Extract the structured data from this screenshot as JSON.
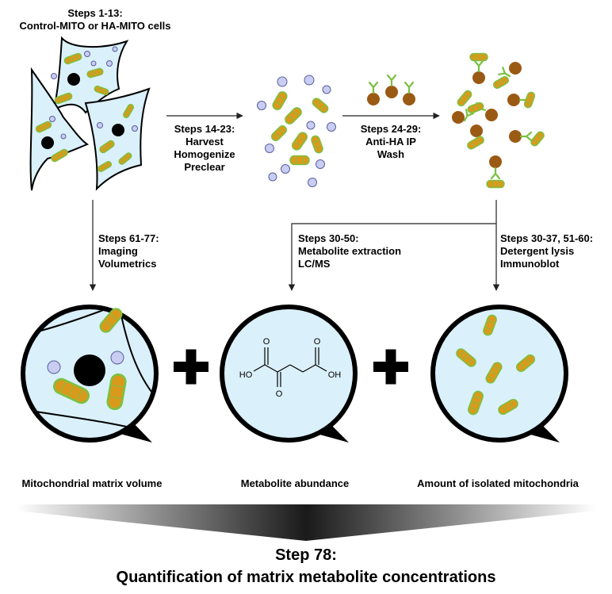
{
  "colors": {
    "mito_fill": "#d99a1c",
    "mito_outline": "#7ac142",
    "vesicle_fill": "#c9cdf2",
    "vesicle_outline": "#5a5f9c",
    "bead": "#9a5a14",
    "antibody": "#7ac142",
    "bubble_fill": "#daf0fa",
    "ink": "#000000"
  },
  "labels": {
    "cells": [
      "Steps 1-13:",
      "Control-MITO or HA-MITO cells"
    ],
    "harvest": [
      "Steps 14-23:",
      "Harvest",
      "Homogenize",
      "Preclear"
    ],
    "ip": [
      "Steps 24-29:",
      "Anti-HA IP",
      "Wash"
    ],
    "imaging": [
      "Steps 61-77:",
      "Imaging",
      "Volumetrics"
    ],
    "metabolite": [
      "Steps 30-50:",
      "Metabolite extraction",
      "LC/MS"
    ],
    "immunoblot": [
      "Steps 30-37, 51-60:",
      "Detergent lysis",
      "Immunoblot"
    ]
  },
  "bubbles": {
    "left_caption": "Mitochondrial matrix volume",
    "middle_caption": "Metabolite abundance",
    "right_caption": "Amount of isolated mitochondria"
  },
  "molecule": {
    "atoms": [
      "O",
      "HO",
      "O",
      "O",
      "OH"
    ]
  },
  "final": [
    "Step 78:",
    "Quantification of matrix metabolite concentrations"
  ],
  "icons": [
    "mitochondrion-icon",
    "vesicle-icon",
    "nucleus-icon",
    "anti-ha-bead-icon",
    "plus-icon",
    "speech-bubble-icon"
  ]
}
